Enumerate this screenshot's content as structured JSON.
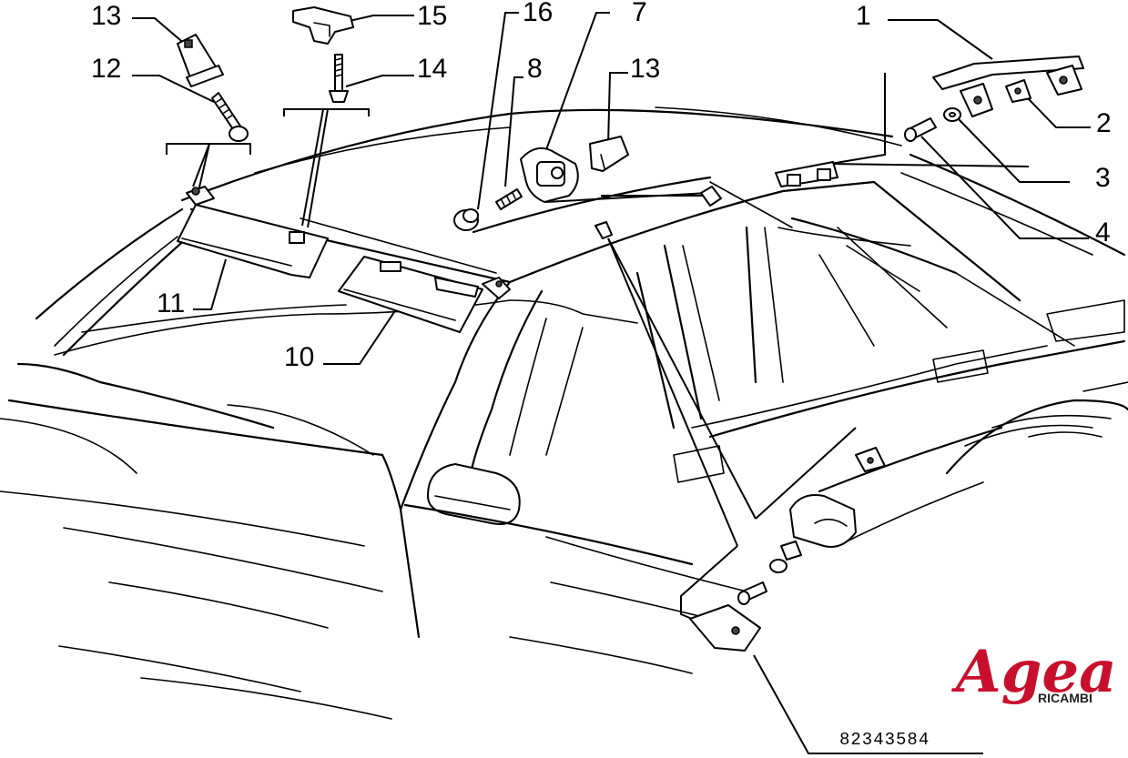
{
  "callouts": {
    "c1": "1",
    "c2": "2",
    "c3": "3",
    "c4": "4",
    "c7": "7",
    "c8": "8",
    "c10": "10",
    "c11": "11",
    "c12": "12",
    "c13a": "13",
    "c13b": "13",
    "c14": "14",
    "c15": "15",
    "c16": "16"
  },
  "part_number": "82343584",
  "logo": {
    "name": "Agea",
    "subtitle": "RICAMBI",
    "color": "#c8102e"
  }
}
